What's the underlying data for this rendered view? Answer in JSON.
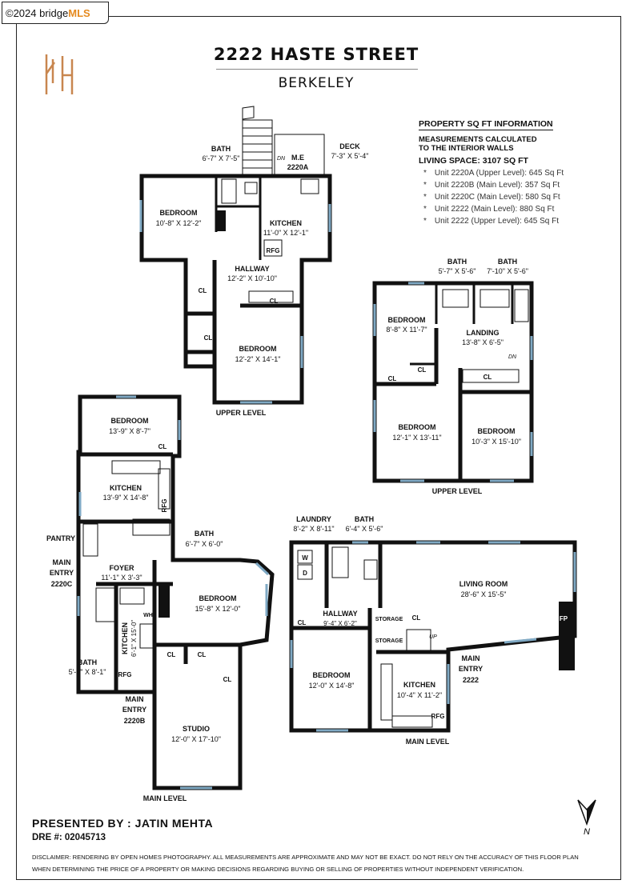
{
  "watermark": {
    "prefix": "©2024 bridge",
    "brand": "MLS"
  },
  "header": {
    "title": "2222 HASTE STREET",
    "subtitle": "BERKELEY"
  },
  "info": {
    "heading": "PROPERTY SQ FT INFORMATION",
    "measure_line1": "MEASUREMENTS CALCULATED",
    "measure_line2": "TO THE INTERIOR WALLS",
    "living_space": "LIVING SPACE: 3107 SQ FT",
    "units": [
      "Unit 2220A (Upper Level):   645 Sq Ft",
      "Unit 2220B (Main Level):   357 Sq Ft",
      "Unit 2220C (Main Level):   580 Sq Ft",
      "Unit 2222 (Main Level):   880 Sq Ft",
      "Unit 2222 (Upper Level):   645 Sq Ft"
    ]
  },
  "plans": {
    "p1": {
      "bath": "BATH",
      "bath_dim": "6'-7\" X 7'-5\"",
      "deck": "DECK",
      "deck_dim": "7'-3\" X 5'-4\"",
      "dn": "DN",
      "me": "M.E",
      "unit": "2220A",
      "bedroom1": "BEDROOM",
      "bedroom1_dim": "10'-8\" X 12'-2\"",
      "kitchen": "KITCHEN",
      "kitchen_dim": "11'-0\" X 12'-1\"",
      "rfg": "RFG",
      "hallway": "HALLWAY",
      "hallway_dim": "12'-2\" X 10'-10\"",
      "cl": "CL",
      "bedroom2": "BEDROOM",
      "bedroom2_dim": "12'-2\" X 14'-1\"",
      "level": "UPPER LEVEL"
    },
    "p2": {
      "bath1": "BATH",
      "bath1_dim": "5'-7\" X 5'-6\"",
      "bath2": "BATH",
      "bath2_dim": "7'-10\" X 5'-6\"",
      "bedroom1": "BEDROOM",
      "bedroom1_dim": "8'-8\" X 11'-7\"",
      "landing": "LANDING",
      "landing_dim": "13'-8\" X 6'-5\"",
      "dn": "DN",
      "cl": "CL",
      "bedroom2": "BEDROOM",
      "bedroom2_dim": "12'-1\" X 13'-11\"",
      "bedroom3": "BEDROOM",
      "bedroom3_dim": "10'-3\" X 15'-10\"",
      "level": "UPPER LEVEL"
    },
    "p3": {
      "bedroom1": "BEDROOM",
      "bedroom1_dim": "13'-9\" X 8'-7\"",
      "cl": "CL",
      "kitchen": "KITCHEN",
      "kitchen_dim": "13'-9\" X 14'-8\"",
      "rfg": "RFG",
      "pantry": "PANTRY",
      "bath1": "BATH",
      "bath1_dim": "6'-7\" X 6'-0\"",
      "main_entry": "MAIN",
      "main_entry2": "ENTRY",
      "unit_c": "2220C",
      "foyer": "FOYER",
      "foyer_dim": "11'-1\" X 3'-3\"",
      "bedroom2": "BEDROOM",
      "bedroom2_dim": "15'-8\" X 12'-0\"",
      "wh": "WH",
      "kitchen2": "KITCHEN",
      "kitchen2_dim": "6'-1\" X 15'-0\"",
      "bath2": "BATH",
      "bath2_dim": "5'-3\" X 8'-1\"",
      "unit_b": "2220B",
      "studio": "STUDIO",
      "studio_dim": "12'-0\" X 17'-10\"",
      "level": "MAIN LEVEL"
    },
    "p4": {
      "laundry": "LAUNDRY",
      "laundry_dim": "8'-2\" X 8'-11\"",
      "bath": "BATH",
      "bath_dim": "6'-4\" X 5'-6\"",
      "w": "W",
      "d": "D",
      "living": "LIVING ROOM",
      "living_dim": "28'-6\" X 15'-5\"",
      "hallway": "HALLWAY",
      "hallway_dim": "9'-4\" X 6'-2\"",
      "storage": "STORAGE",
      "cl": "CL",
      "up": "UP",
      "fp": "FP",
      "main": "MAIN",
      "entry": "ENTRY",
      "unit": "2222",
      "bedroom": "BEDROOM",
      "bedroom_dim": "12'-0\" X 14'-8\"",
      "kitchen": "KITCHEN",
      "kitchen_dim": "10'-4\" X 11'-2\"",
      "rfg": "RFG",
      "level": "MAIN LEVEL"
    }
  },
  "footer": {
    "presented": "PRESENTED BY : JATIN MEHTA",
    "dre": "DRE #: 02045713",
    "disclaimer1": "DISCLAIMER: RENDERING BY OPEN HOMES PHOTOGRAPHY. ALL MEASUREMENTS ARE APPROXIMATE AND MAY NOT BE EXACT. DO NOT RELY ON THE ACCURACY OF THIS FLOOR PLAN",
    "disclaimer2": "WHEN DETERMINING THE PRICE OF A PROPERTY OR MAKING DECISIONS REGARDING BUYING OR SELLING OF PROPERTIES WITHOUT INDEPENDENT VERIFICATION.",
    "north": "N"
  },
  "colors": {
    "accent": "#c8864f",
    "wall": "#111111",
    "window": "#7fa9c4",
    "mls": "#e58a1f"
  }
}
